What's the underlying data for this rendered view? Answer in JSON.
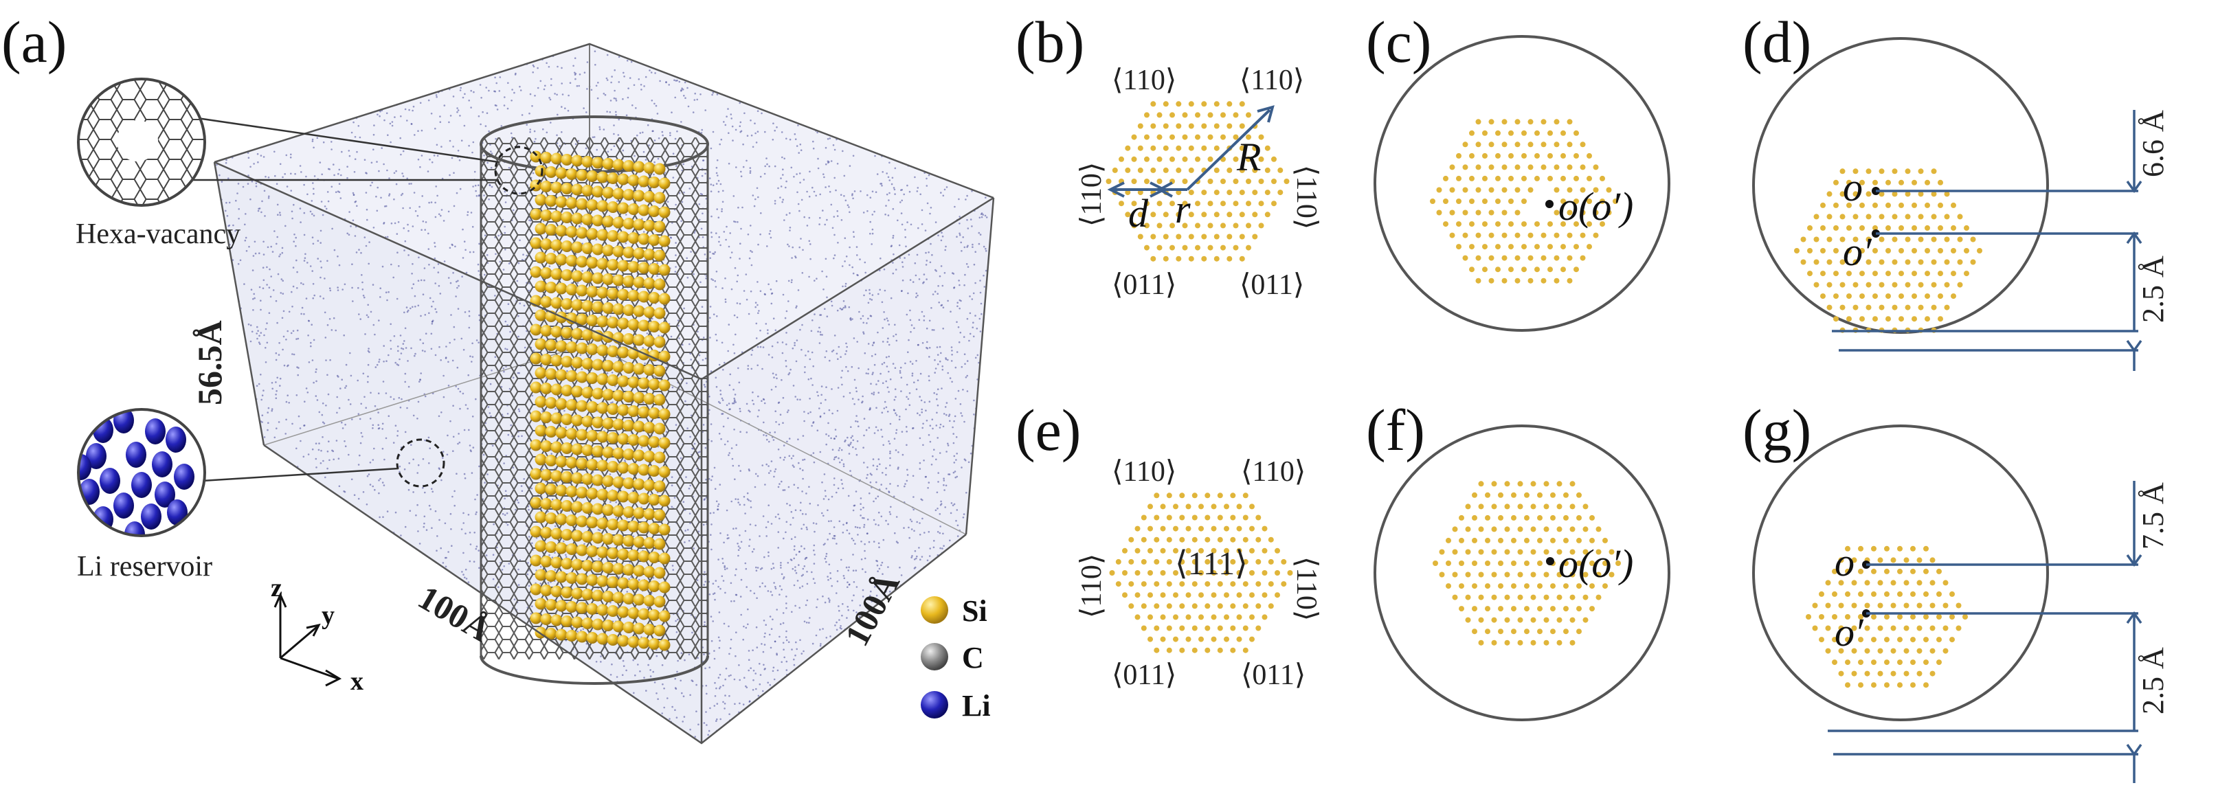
{
  "panels": {
    "a": "(a)",
    "b": "(b)",
    "c": "(c)",
    "d": "(d)",
    "e": "(e)",
    "f": "(f)",
    "g": "(g)"
  },
  "panel_a": {
    "inset_top_label": "Hexa-vacancy",
    "inset_bottom_label": "Li reservoir",
    "dim_height": "56.5Å",
    "dim_front": "100Å",
    "dim_side": "100Å",
    "axes": {
      "z": "z",
      "y": "y",
      "x": "x"
    },
    "legend": [
      {
        "symbol": "Si",
        "color": "#E8B81E"
      },
      {
        "symbol": "C",
        "color": "#8A8A8A"
      },
      {
        "symbol": "Li",
        "color": "#2323B8"
      }
    ]
  },
  "panel_b": {
    "dir_top_left": "⟨110⟩",
    "dir_top_right": "⟨110⟩",
    "dir_left": "⟨110⟩",
    "dir_right": "⟨110⟩",
    "dir_bottom_left": "⟨011⟩",
    "dir_bottom_right": "⟨011⟩",
    "label_R": "R",
    "label_r": "r",
    "label_d": "d"
  },
  "panel_c": {
    "center_label": "o(o′)"
  },
  "panel_d": {
    "o_label": "o",
    "o_prime_label": "o′",
    "dim_upper": "6.6 Å",
    "dim_lower": "2.5 Å"
  },
  "panel_e": {
    "dir_top_left": "⟨110⟩",
    "dir_top_right": "⟨110⟩",
    "dir_left": "⟨110⟩",
    "dir_right": "⟨110⟩",
    "dir_bottom_left": "⟨011⟩",
    "dir_bottom_right": "⟨011⟩",
    "center": "⟨111⟩"
  },
  "panel_f": {
    "center_label": "o(o′)"
  },
  "panel_g": {
    "o_label": "o",
    "o_prime_label": "o′",
    "dim_upper": "7.5 Å",
    "dim_lower": "2.5 Å"
  },
  "colors": {
    "si": "#E0B53A",
    "c": "#8A8A8A",
    "li": "#2828B4",
    "arrow": "#3B5E8C",
    "frame": "#555555"
  }
}
